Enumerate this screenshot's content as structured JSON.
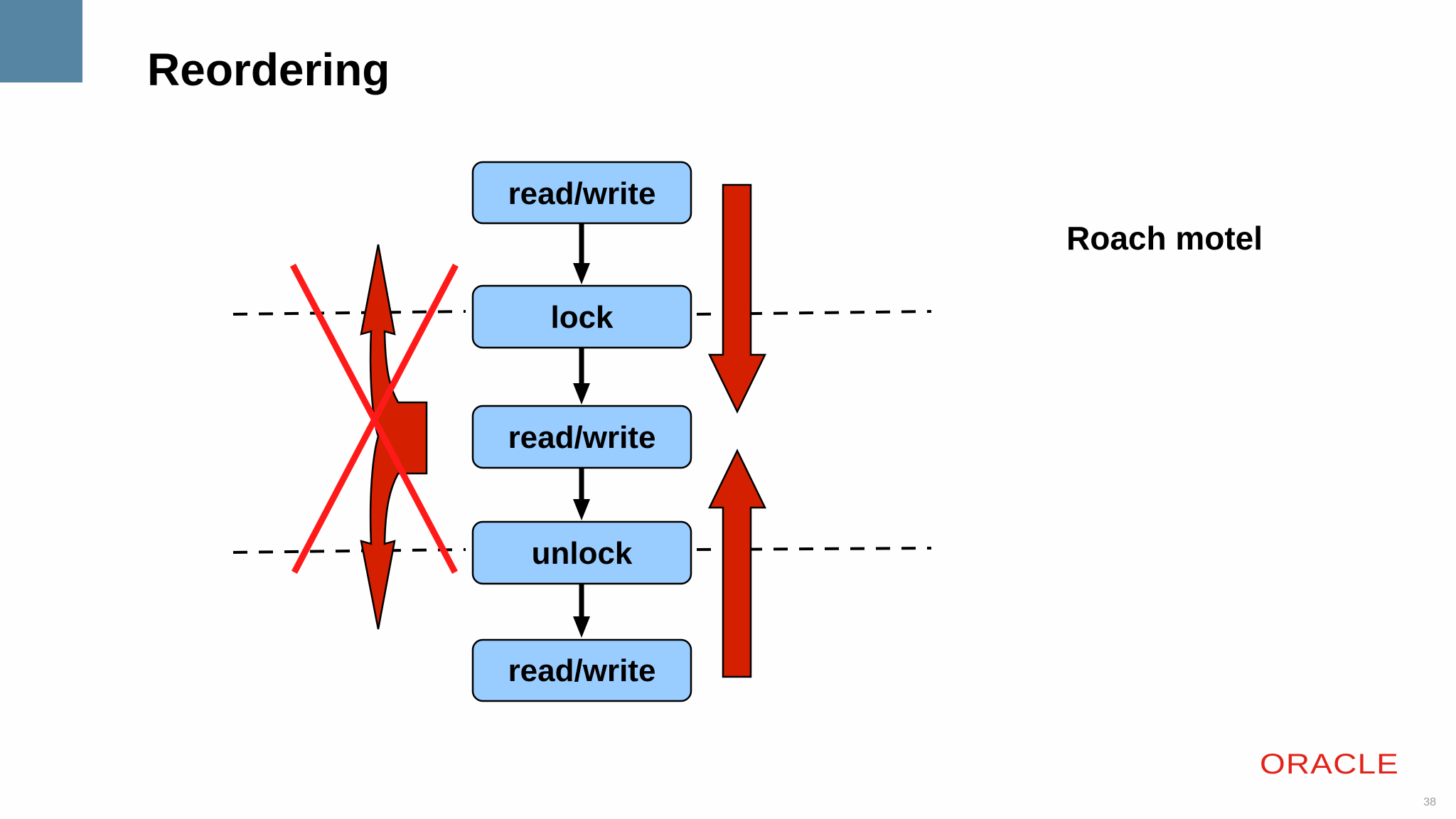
{
  "slide": {
    "title": "Reordering",
    "side_note": "Roach motel",
    "page_number": "38",
    "logo_text": "ORACLE"
  },
  "diagram": {
    "boxes": [
      {
        "label": "read/write"
      },
      {
        "label": "lock"
      },
      {
        "label": "read/write"
      },
      {
        "label": "unlock"
      },
      {
        "label": "read/write"
      }
    ]
  },
  "colors": {
    "accent_block": "#5684a3",
    "box_fill": "#99ccff",
    "box_stroke": "#000000",
    "red_arrow": "#d42000",
    "cross": "#ff0000",
    "oracle_red": "#e2231a"
  }
}
